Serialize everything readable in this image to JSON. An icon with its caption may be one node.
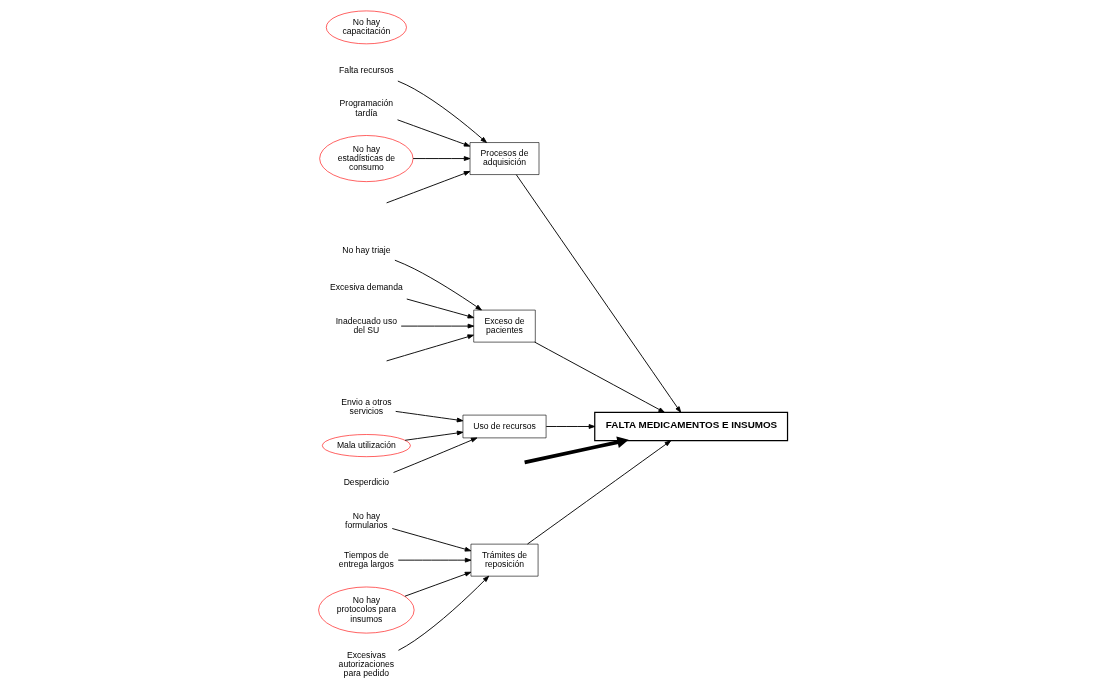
{
  "diagram": {
    "nodes": [
      {
        "text": [
          "Trámites de reposición"
        ]
      },
      {
        "text": [
          "Procesos de adquisición"
        ]
      },
      {
        "text": [
          "No hay formularios"
        ]
      },
      {
        "text": [
          "Tiempos de entrega largos"
        ]
      },
      {
        "text": [
          "No hay protocolos para insumos"
        ]
      },
      {
        "text": [
          "Excesivas autorizaciones para pedido"
        ]
      },
      {
        "text": [
          "Falta recursos"
        ]
      },
      {
        "text": [
          "No hay capacitación"
        ]
      },
      {
        "text": [
          "Programación tardía"
        ]
      },
      {
        "text": [
          "No hay estadísticas de consumo"
        ]
      },
      {
        "text": [
          "FALTA MEDICAMENTOS E INSUMOS"
        ]
      },
      {
        "text": [
          "No hay triaje"
        ]
      },
      {
        "text": [
          "Excesiva demanda"
        ]
      },
      {
        "text": [
          "Envio a otros servicios"
        ]
      },
      {
        "text": [
          "Inadecuado uso del SU"
        ]
      },
      {
        "text": [
          "Mala utilización"
        ]
      },
      {
        "text": [
          "Desperdicio"
        ]
      },
      {
        "text": [
          "Exceso de pacientes"
        ]
      },
      {
        "text": [
          "Uso de recursos"
        ]
      }
    ],
    "edges": [
      {
        "from": null,
        "to": 10,
        "arrow": "to",
        "style": "thick"
      },
      {
        "from": 0,
        "to": 10,
        "arrow": "to"
      },
      {
        "from": 1,
        "to": 10,
        "arrow": "to"
      },
      {
        "from": 17,
        "to": 10,
        "arrow": "to"
      },
      {
        "from": 18,
        "to": 10,
        "arrow": "to"
      },
      {
        "from": 2,
        "to": 0,
        "arrow": "to"
      },
      {
        "from": 3,
        "to": 0,
        "arrow": "to"
      },
      {
        "from": 4,
        "to": 0,
        "arrow": "to"
      },
      {
        "from": 5,
        "to": 0,
        "arrow": "to"
      },
      {
        "from": 6,
        "to": 1,
        "arrow": "to"
      },
      {
        "from": 8,
        "to": 1,
        "arrow": "to"
      },
      {
        "from": 9,
        "to": 1,
        "arrow": "to"
      },
      {
        "from": null,
        "to": 1,
        "arrow": "to"
      },
      {
        "from": 11,
        "to": 17,
        "arrow": "to"
      },
      {
        "from": 12,
        "to": 17,
        "arrow": "to"
      },
      {
        "from": 14,
        "to": 17,
        "arrow": "to"
      },
      {
        "from": null,
        "to": 17,
        "arrow": "to"
      },
      {
        "from": 13,
        "to": 18,
        "arrow": "to"
      },
      {
        "from": 15,
        "to": 18,
        "arrow": "to"
      },
      {
        "from": 16,
        "to": 18,
        "arrow": "to"
      }
    ]
  }
}
